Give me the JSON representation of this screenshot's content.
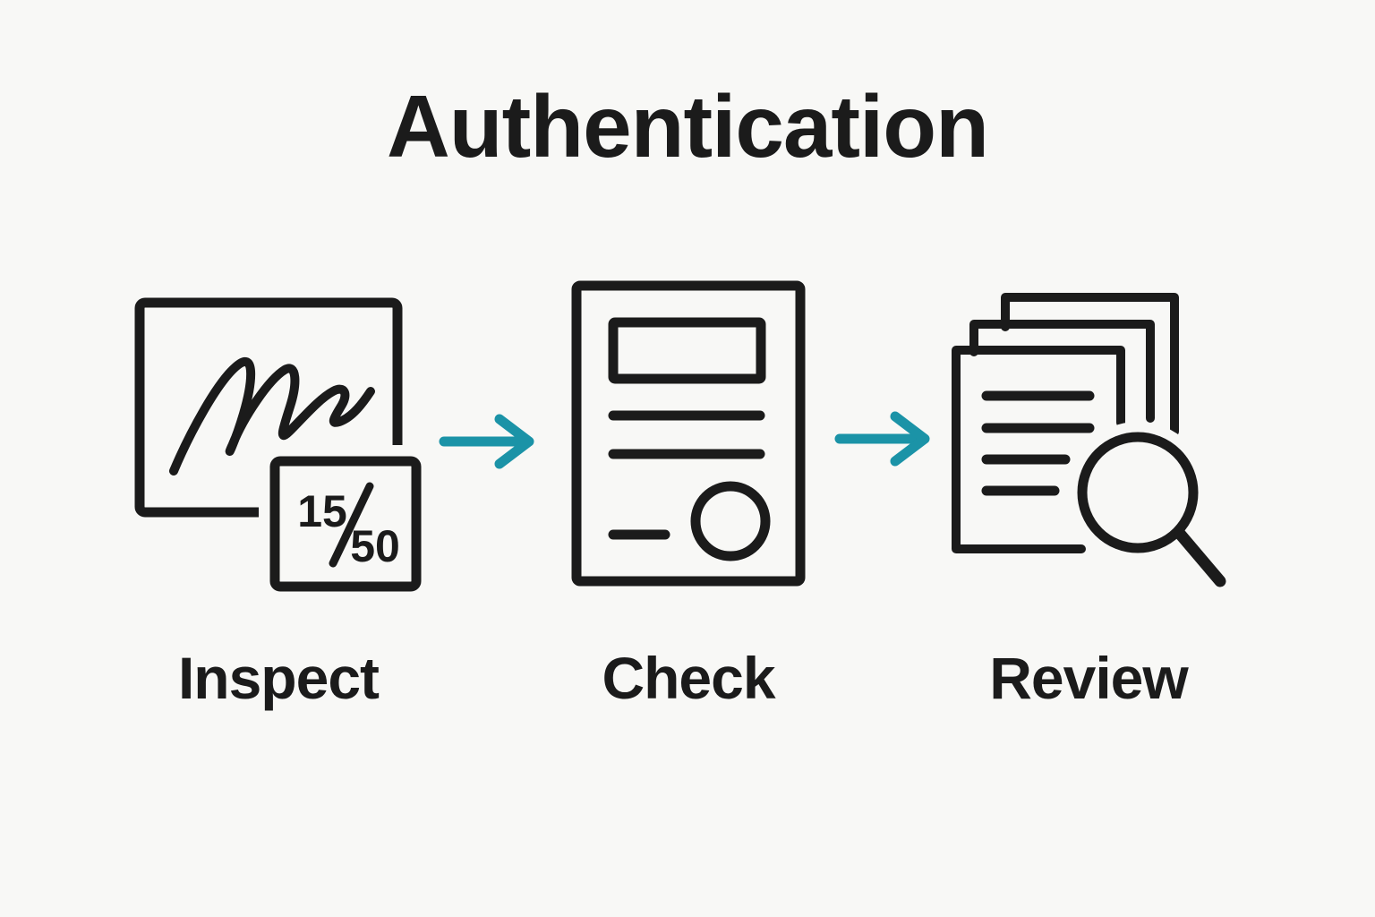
{
  "title": "Authentication",
  "colors": {
    "ink": "#1b1b1b",
    "accent": "#1b93a7",
    "background": "#f8f8f6"
  },
  "steps": [
    {
      "label": "Inspect",
      "icon": "signature-edition-icon",
      "edition": {
        "numerator": "15",
        "denominator": "50"
      }
    },
    {
      "label": "Check",
      "icon": "certificate-icon"
    },
    {
      "label": "Review",
      "icon": "documents-search-icon"
    }
  ],
  "arrows": [
    {
      "icon": "arrow-right-icon"
    },
    {
      "icon": "arrow-right-icon"
    }
  ]
}
